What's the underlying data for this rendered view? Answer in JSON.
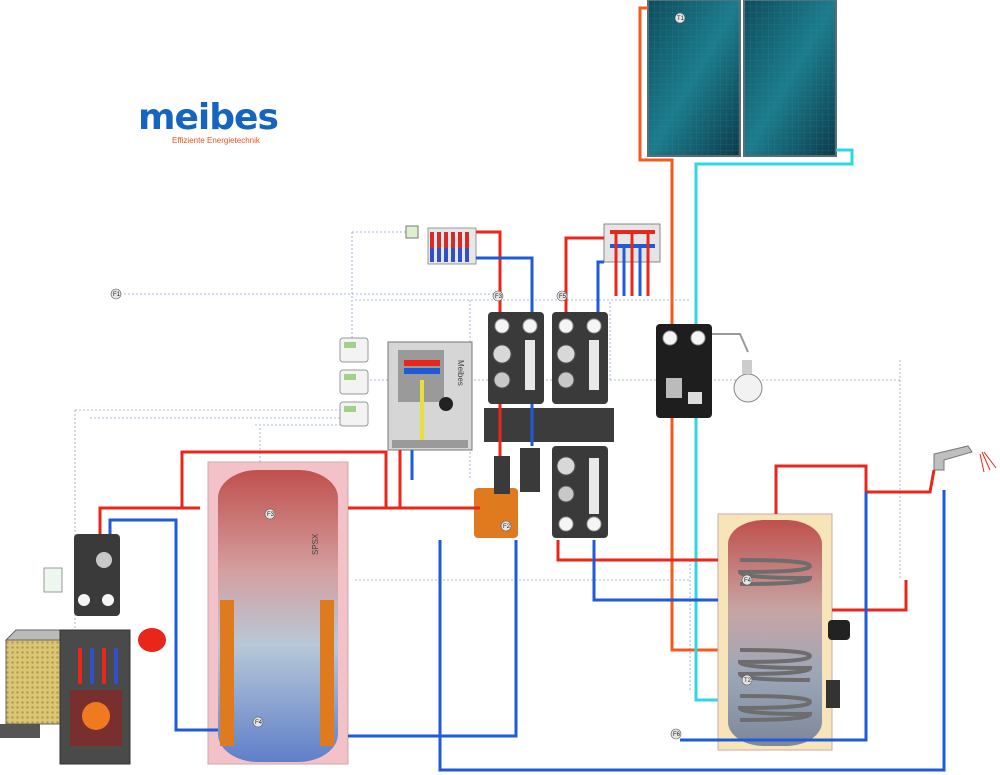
{
  "brand": {
    "name": "meibes",
    "tagline": "Effiziente Energietechnik"
  },
  "tanks": {
    "buffer_label": "SPSX",
    "boiler_brand": "Meibes"
  },
  "sensors": {
    "T1": "T1",
    "T2": "T2",
    "F1": "F1",
    "F2": "F2",
    "F3": "F3",
    "F4": "F4",
    "F5": "F5",
    "F6": "F6"
  },
  "colors": {
    "hot": "#e8271a",
    "cold": "#1f5bd8",
    "solar_supply": "#f25c1e",
    "solar_return": "#2ed6e0",
    "control_line": "#8aa1d8",
    "tank_fill": "#f2c2c8",
    "logo": "#1565c0",
    "tagline": "#e8531c"
  },
  "icons": [
    "solar-collector-icon",
    "pellet-boiler-icon",
    "radiator-icon",
    "floor-manifold-icon",
    "pump-icon",
    "expansion-vessel-icon",
    "mixer-tap-icon",
    "controller-icon"
  ]
}
